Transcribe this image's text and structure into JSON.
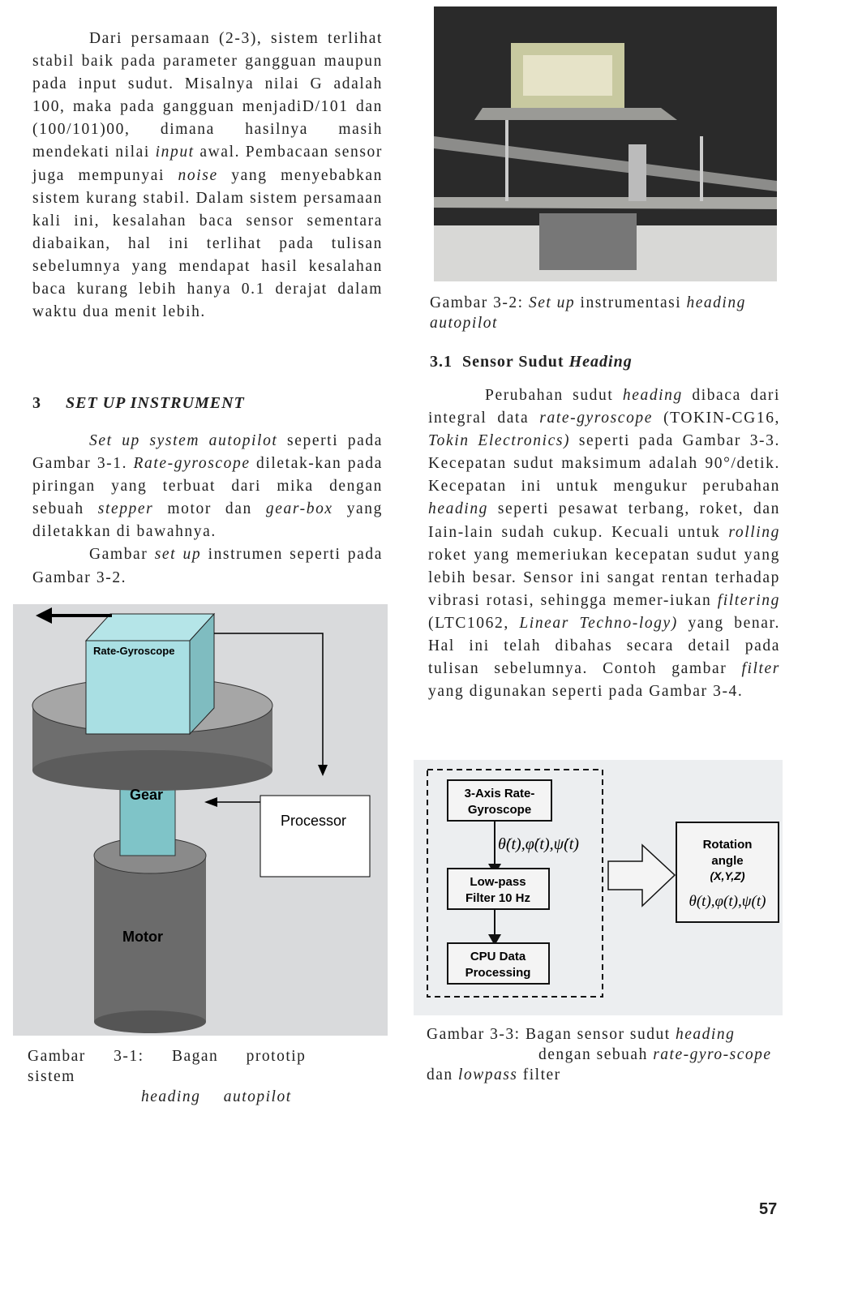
{
  "left": {
    "para1": "Dari persamaan (2-3), sistem terlihat stabil baik pada parameter gangguan maupun pada input sudut. Misalnya nilai G adalah 100, maka pada gangguan menjadiD/101 dan (100/101)00, dimana hasilnya masih mendekati nilai",
    "para1_i1": "input",
    "para1_b": "awal. Pembacaan sensor juga mempunyai",
    "para1_i2": "noise",
    "para1_c": "yang menyebabkan sistem kurang stabil. Dalam sistem persamaan kali ini, kesalahan baca sensor sementara diabaikan, hal ini terlihat pada tulisan sebelumnya yang mendapat hasil kesalahan baca kurang lebih hanya 0.1 derajat dalam waktu dua menit lebih.",
    "section_num": "3",
    "section_title": "SET UP INSTRUMENT",
    "para2_i1": "Set up system autopilot",
    "para2_a": "seperti pada Gambar 3-1.",
    "para2_i2": "Rate-gyroscope",
    "para2_b": "diletak-kan pada piringan yang terbuat dari mika dengan sebuah",
    "para2_i3": "stepper",
    "para2_c": "motor dan",
    "para2_i4": "gear-box",
    "para2_d": "yang diletakkan di bawahnya.",
    "para3_a": "Gambar",
    "para3_i": "set up",
    "para3_b": "instrumen seperti pada Gambar 3-2.",
    "fig1": {
      "gyro": "Rate-Gyroscope",
      "gear": "Gear",
      "processor": "Processor",
      "motor": "Motor"
    },
    "fig1_caption_a": "Gambar 3-1: Bagan prototip sistem",
    "fig1_caption_i": "heading autopilot"
  },
  "right": {
    "fig2_caption_a": "Gambar 3-2:",
    "fig2_caption_i1": "Set up",
    "fig2_caption_b": "instrumentasi",
    "fig2_caption_i2": "heading autopilot",
    "section_num": "3.1",
    "section_title": "Sensor Sudut",
    "section_title_i": "Heading",
    "p_a": "Perubahan sudut",
    "p_i1": "heading",
    "p_b": "dibaca dari integral data",
    "p_i2": "rate-gyroscope",
    "p_c": "(TOKIN-CG16,",
    "p_i3": "Tokin Electronics)",
    "p_d": "seperti pada Gambar 3-3. Kecepatan sudut maksimum adalah 90°/detik. Kecepatan ini untuk mengukur perubahan",
    "p_i4": "heading",
    "p_e": "seperti pesawat terbang, roket, dan Iain-lain sudah cukup. Kecuali untuk",
    "p_i5": "rolling",
    "p_f": "roket yang memeriukan kecepatan sudut yang lebih besar. Sensor ini sangat rentan terhadap vibrasi rotasi, sehingga memer-iukan",
    "p_i6": "filtering",
    "p_g": "(LTC1062,",
    "p_i7": "Linear Techno-logy)",
    "p_h": "yang benar. Hal ini telah dibahas secara detail pada tulisan sebelumnya. Contoh gambar",
    "p_i8": "filter",
    "p_j": "yang digunakan seperti pada Gambar 3-4.",
    "fig3": {
      "box1": [
        "3-Axis Rate-",
        "Gyroscope"
      ],
      "rates": "θ̇(t),φ̇(t),ψ̇(t)",
      "box2": [
        "Low-pass",
        "Filter 10 Hz"
      ],
      "box3": [
        "CPU Data",
        "Processing"
      ],
      "out": [
        "Rotation",
        "angle",
        "(X,Y,Z)"
      ],
      "angles": "θ(t),φ(t),ψ(t)"
    },
    "fig3_caption_a": "Gambar 3-3: Bagan sensor sudut",
    "fig3_caption_i1": "heading",
    "fig3_caption_b": "dengan sebuah",
    "fig3_caption_i2": "rate-gyro-scope",
    "fig3_caption_c": "dan",
    "fig3_caption_i3": "lowpass",
    "fig3_caption_d": "filter"
  },
  "page_number": "57"
}
